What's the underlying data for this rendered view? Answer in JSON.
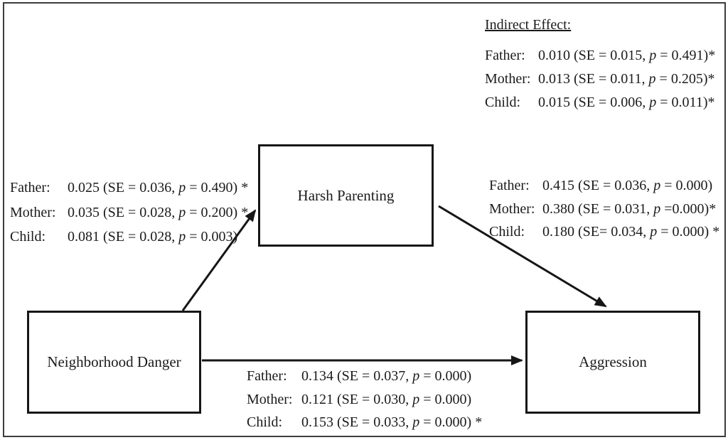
{
  "colors": {
    "ink": "#1b1b1b",
    "box_border": "#161616",
    "frame_border": "#3d3d3d",
    "background": "#ffffff"
  },
  "boxes": {
    "predictor": {
      "label": "Neighborhood Danger"
    },
    "mediator": {
      "label": "Harsh Parenting"
    },
    "outcome": {
      "label": "Aggression"
    }
  },
  "indirect": {
    "title": "Indirect Effect:",
    "rows": [
      {
        "label": "Father:",
        "pre": "0.010 (SE = 0.015, ",
        "p": "p",
        "post": " = 0.491)*"
      },
      {
        "label": "Mother:",
        "pre": "0.013 (SE = 0.011, ",
        "p": "p",
        "post": " = 0.205)*"
      },
      {
        "label": "Child:",
        "pre": "0.015 (SE = 0.006, ",
        "p": "p",
        "post": " = 0.011)*"
      }
    ]
  },
  "path_a": {
    "rows": [
      {
        "label": "Father:",
        "pre": "0.025 (SE = 0.036, ",
        "p": "p",
        "post": " = 0.490) *"
      },
      {
        "label": "Mother:",
        "pre": "0.035 (SE = 0.028, ",
        "p": "p",
        "post": " = 0.200) *"
      },
      {
        "label": "Child:",
        "pre": "0.081 (SE = 0.028, ",
        "p": "p",
        "post": " = 0.003)"
      }
    ]
  },
  "path_b": {
    "rows": [
      {
        "label": "Father:",
        "pre": "0.415 (SE = 0.036, ",
        "p": "p",
        "post": " = 0.000)"
      },
      {
        "label": "Mother:",
        "pre": "0.380 (SE = 0.031, ",
        "p": "p",
        "post": " =0.000)*"
      },
      {
        "label": "Child:",
        "pre": "0.180 (SE= 0.034, ",
        "p": "p",
        "post": " = 0.000) *"
      }
    ]
  },
  "path_c": {
    "rows": [
      {
        "label": "Father:",
        "pre": "0.134 (SE = 0.037, ",
        "p": "p",
        "post": " = 0.000)"
      },
      {
        "label": "Mother:",
        "pre": "0.121 (SE = 0.030, ",
        "p": "p",
        "post": " = 0.000)"
      },
      {
        "label": "Child:",
        "pre": "0.153 (SE = 0.033, ",
        "p": "p",
        "post": " = 0.000) *"
      }
    ]
  }
}
